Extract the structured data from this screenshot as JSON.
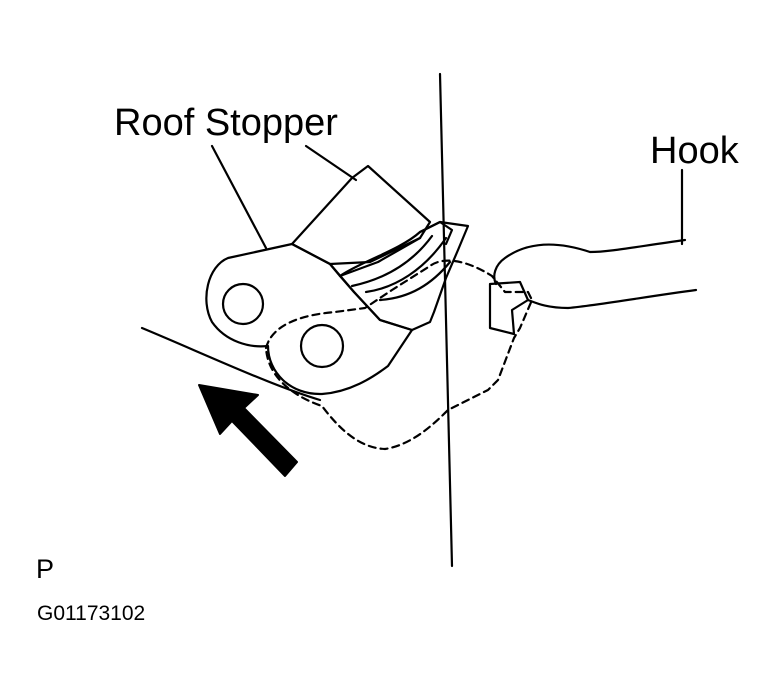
{
  "labels": {
    "roof_stopper": "Roof Stopper",
    "hook": "Hook",
    "view_letter": "P",
    "figure_id": "G01173102"
  },
  "colors": {
    "line": "#000000",
    "background": "#ffffff"
  },
  "icons": {
    "view_arrow": "arrow-up-left-icon"
  }
}
